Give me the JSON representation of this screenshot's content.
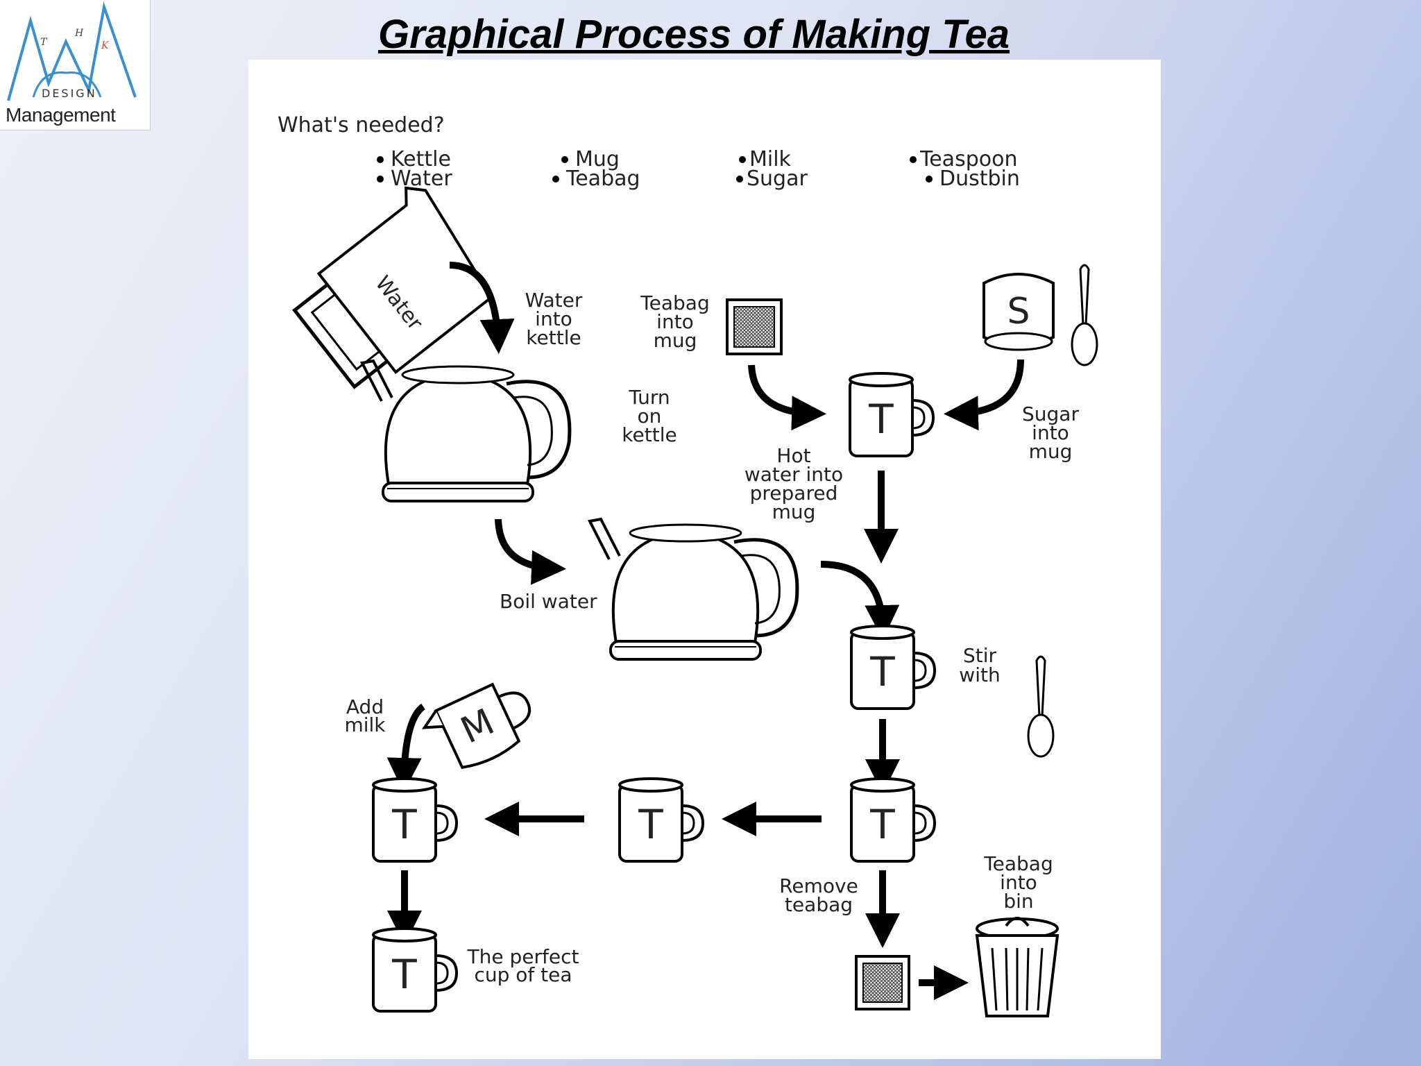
{
  "logo": {
    "letters": [
      "T",
      "H",
      "K"
    ],
    "design": "DESIGN",
    "caption": "Management"
  },
  "title": "Graphical Process of Making Tea",
  "needed": {
    "heading": "What's needed?",
    "items": [
      "Kettle",
      "Water",
      "Mug",
      "Teabag",
      "Milk",
      "Sugar",
      "Teaspoon",
      "Dustbin"
    ]
  },
  "steps": {
    "water_into_kettle": [
      "Water",
      "into",
      "kettle"
    ],
    "turn_on_kettle": [
      "Turn",
      "on",
      "kettle"
    ],
    "teabag_into_mug": [
      "Teabag",
      "into",
      "mug"
    ],
    "sugar_into_mug": [
      "Sugar",
      "into",
      "mug"
    ],
    "hot_water": [
      "Hot",
      "water into",
      "prepared",
      "mug"
    ],
    "boil_water": "Boil water",
    "stir_with": [
      "Stir",
      "with"
    ],
    "add_milk": [
      "Add",
      "milk"
    ],
    "remove_teabag": [
      "Remove",
      "teabag"
    ],
    "teabag_into_bin": [
      "Teabag",
      "into",
      "bin"
    ],
    "perfect_cup": [
      "The perfect",
      "cup of tea"
    ]
  },
  "glyphs": {
    "jug_label": "Water",
    "mug_letter": "T",
    "sugar_letter": "S",
    "milk_letter": "M"
  }
}
